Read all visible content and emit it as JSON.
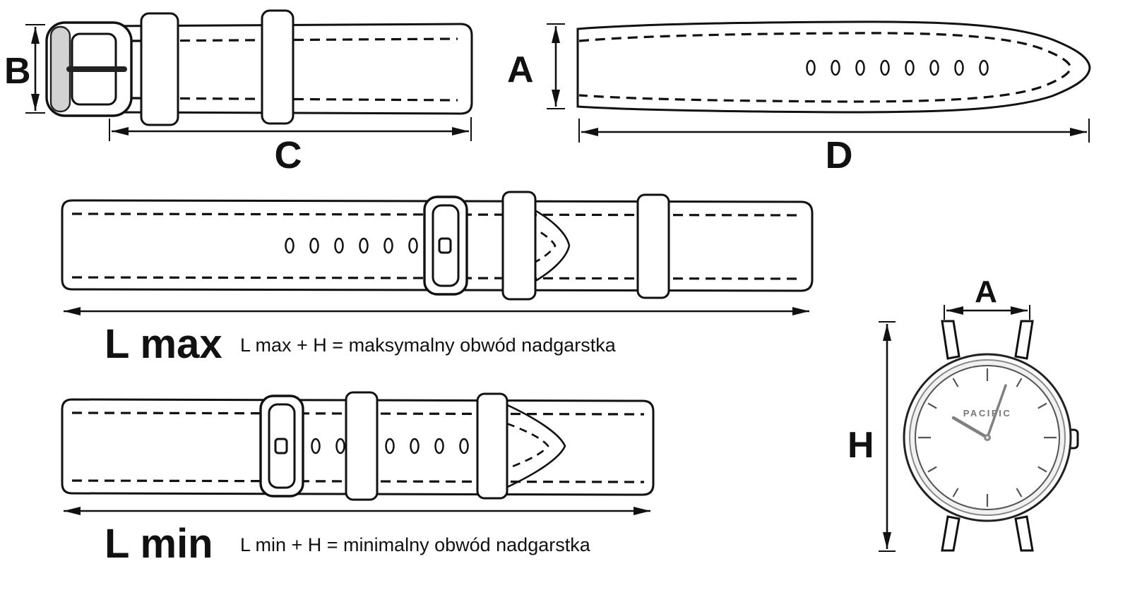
{
  "labels": {
    "b": "B",
    "a_strap": "A",
    "c": "C",
    "d": "D",
    "l_max": "L max",
    "l_min": "L min",
    "h": "H",
    "a_watch": "A"
  },
  "formulas": {
    "l_max": "L max + H  = maksymalny obwód nadgarstka",
    "l_min": "L min + H  = minimalny obwód nadgarstka"
  },
  "watch": {
    "brand": "PACIFIC"
  },
  "colors": {
    "line": "#111111",
    "background": "#ffffff",
    "metal": "#d2d2d2"
  }
}
